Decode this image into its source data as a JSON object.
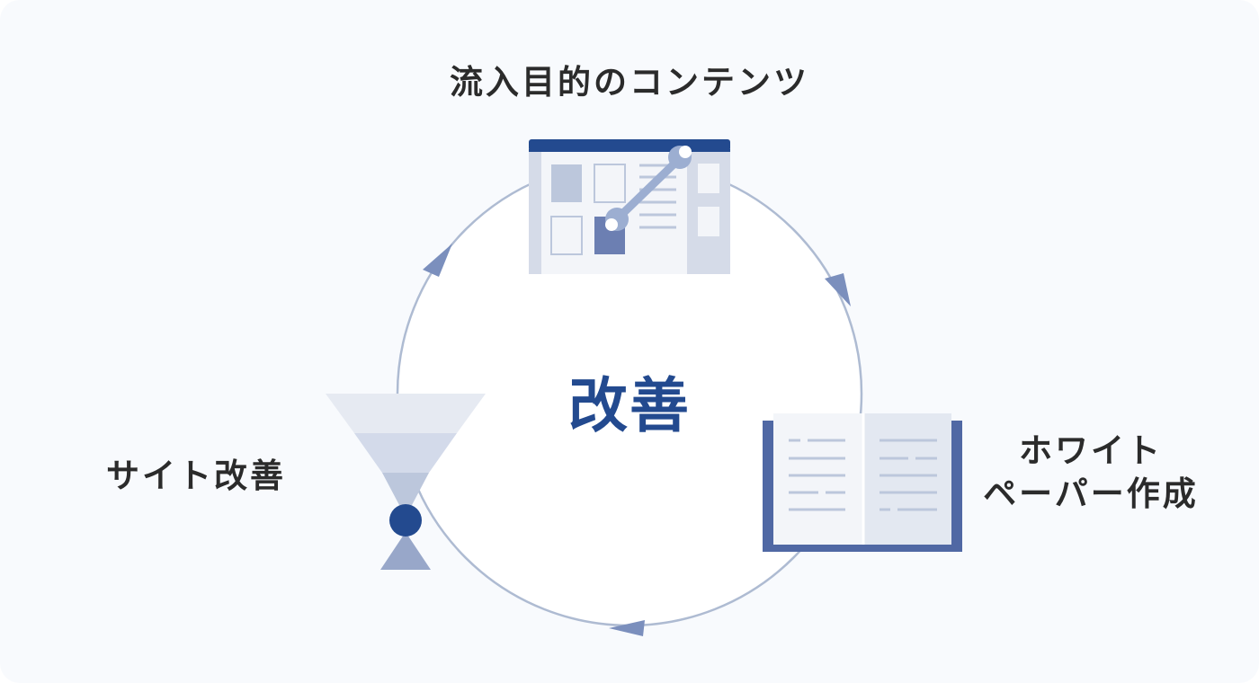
{
  "center": {
    "title": "改善"
  },
  "nodes": {
    "top": {
      "label": "流入目的のコンテンツ",
      "icon": "browser-wrench-icon"
    },
    "right": {
      "line1": "ホワイト",
      "line2": "ペーパー作成",
      "icon": "open-book-icon"
    },
    "left": {
      "label": "サイト改善",
      "icon": "funnel-icon"
    }
  },
  "colors": {
    "background": "#f8fafd",
    "circle_stroke": "#aebbd2",
    "arrow": "#7b8fbd",
    "accent": "#234a8f",
    "text": "#2b2b2b"
  }
}
